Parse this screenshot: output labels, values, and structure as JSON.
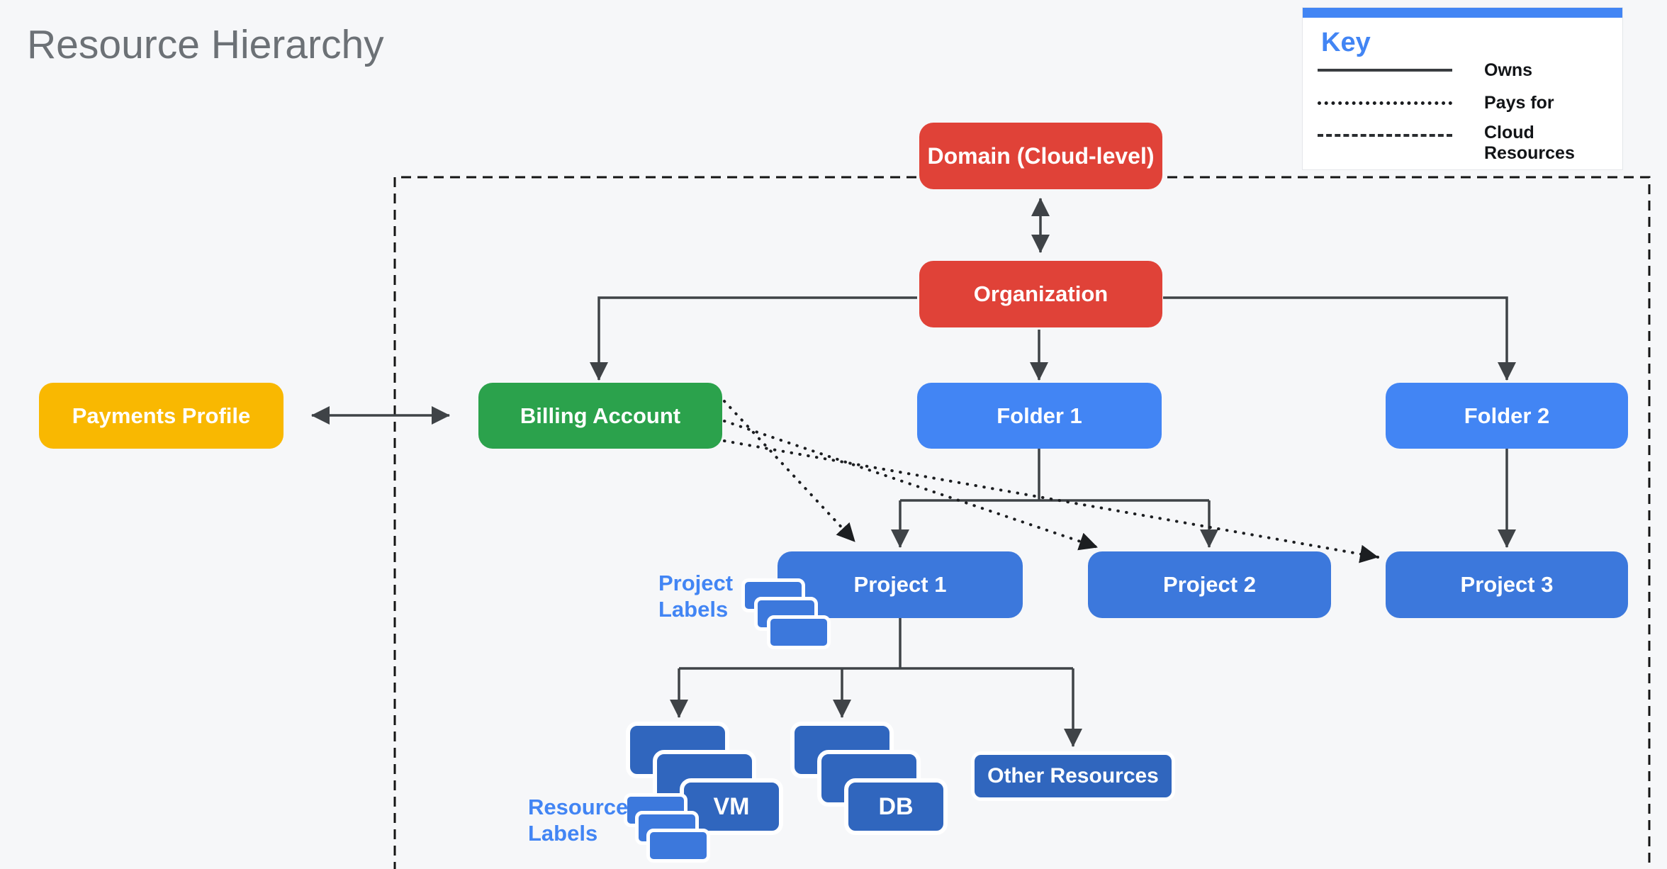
{
  "title": "Resource Hierarchy",
  "key": {
    "heading": "Key",
    "items": [
      {
        "line_style": "solid",
        "label": "Owns"
      },
      {
        "line_style": "dotted",
        "label": "Pays for"
      },
      {
        "line_style": "dashed",
        "label": "Cloud Resources"
      }
    ]
  },
  "nodes": {
    "domain": {
      "label": "Domain (Cloud-level)",
      "color": "#E04238"
    },
    "organization": {
      "label": "Organization",
      "color": "#E04238"
    },
    "payments_profile": {
      "label": "Payments Profile",
      "color": "#F9B801"
    },
    "billing_account": {
      "label": "Billing Account",
      "color": "#2BA24C"
    },
    "folder1": {
      "label": "Folder 1",
      "color": "#4285F4"
    },
    "folder2": {
      "label": "Folder 2",
      "color": "#4285F4"
    },
    "project1": {
      "label": "Project 1",
      "color": "#3C78DC"
    },
    "project2": {
      "label": "Project 2",
      "color": "#3C78DC"
    },
    "project3": {
      "label": "Project 3",
      "color": "#3C78DC"
    },
    "vm": {
      "label": "VM",
      "color": "#3066BE"
    },
    "db": {
      "label": "DB",
      "color": "#3066BE"
    },
    "other_resources": {
      "label": "Other Resources",
      "color": "#3066BE"
    }
  },
  "annotations": {
    "project_labels": "Project Labels",
    "resource_labels": "Resource Labels"
  },
  "edges": [
    {
      "from": "Domain (Cloud-level)",
      "to": "Organization",
      "style": "solid",
      "bidirectional": true
    },
    {
      "from": "Organization",
      "to": "Billing Account",
      "style": "solid",
      "bidirectional": false
    },
    {
      "from": "Organization",
      "to": "Folder 1",
      "style": "solid",
      "bidirectional": false
    },
    {
      "from": "Organization",
      "to": "Folder 2",
      "style": "solid",
      "bidirectional": false
    },
    {
      "from": "Payments Profile",
      "to": "Billing Account",
      "style": "solid",
      "bidirectional": true
    },
    {
      "from": "Folder 1",
      "to": "Project 1",
      "style": "solid",
      "bidirectional": false
    },
    {
      "from": "Folder 1",
      "to": "Project 2",
      "style": "solid",
      "bidirectional": false
    },
    {
      "from": "Folder 2",
      "to": "Project 3",
      "style": "solid",
      "bidirectional": false
    },
    {
      "from": "Billing Account",
      "to": "Project 1",
      "style": "dotted",
      "bidirectional": false
    },
    {
      "from": "Billing Account",
      "to": "Project 2",
      "style": "dotted",
      "bidirectional": false
    },
    {
      "from": "Billing Account",
      "to": "Project 3",
      "style": "dotted",
      "bidirectional": false
    },
    {
      "from": "Project 1",
      "to": "VM",
      "style": "solid",
      "bidirectional": false
    },
    {
      "from": "Project 1",
      "to": "DB",
      "style": "solid",
      "bidirectional": false
    },
    {
      "from": "Project 1",
      "to": "Other Resources",
      "style": "solid",
      "bidirectional": false
    }
  ],
  "colors": {
    "background": "#F6F7F9",
    "title_text": "#6C7176",
    "arrow": "#3F4347",
    "dashed_boundary": "#141414",
    "key_accent": "#4285F4",
    "annotation_text": "#4285F4"
  }
}
